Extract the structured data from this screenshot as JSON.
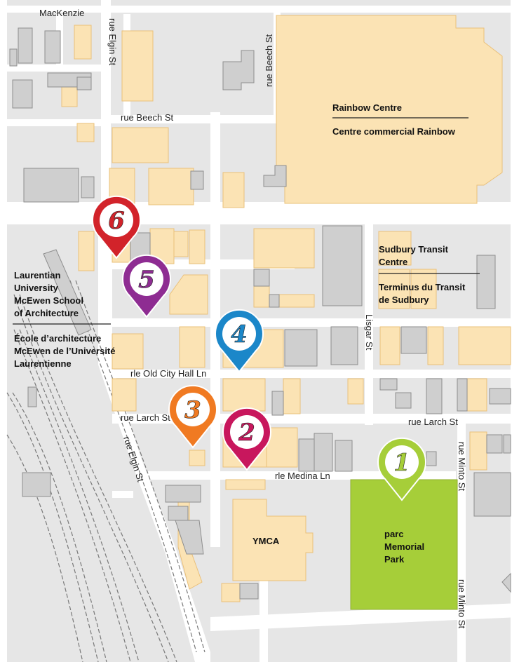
{
  "colors": {
    "background": "#e6e6e6",
    "road": "#ffffff",
    "building": "#fbe3b4",
    "building_outline": "#eac07a",
    "gray_building": "#cfcfcf",
    "gray_outline": "#8e8e8e",
    "park": "#a6ce39",
    "rail": "#7a7a7a"
  },
  "streets": {
    "mackenzie": "MacKenzie",
    "elgin_top": "rue Elgin St",
    "beech_vertical": "rue Beech St",
    "beech_horizontal": "rue Beech St",
    "old_city_hall": "rle Old City Hall Ln",
    "larch_left": "rue Larch St",
    "larch_right": "rue Larch St",
    "medina": "rle Medina Ln",
    "elgin_diag": "rue Elgin St",
    "lisgar": "Lisgar St",
    "minto_top": "rue Minto St",
    "minto_bottom": "rue Minto St"
  },
  "places": {
    "rainbow_en": "Rainbow Centre",
    "rainbow_fr": "Centre commercial Rainbow",
    "transit_en_1": "Sudbury Transit",
    "transit_en_2": "Centre",
    "transit_fr_1": "Terminus du Transit",
    "transit_fr_2": "de Sudbury",
    "lu_en_1": "Laurentian",
    "lu_en_2": "University",
    "lu_en_3": "McEwen School",
    "lu_en_4": "of Architecture",
    "lu_fr_1": "École d’architecture",
    "lu_fr_2": "McEwen de l’Université",
    "lu_fr_3": "Laurentienne",
    "ymca": "YMCA",
    "park_1": "parc",
    "park_2": "Memorial",
    "park_3": "Park"
  },
  "markers": [
    {
      "number": "1",
      "color": "#a6ce39",
      "text_color": "#2e3a10"
    },
    {
      "number": "2",
      "color": "#c8175d",
      "text_color": "#ffffff"
    },
    {
      "number": "3",
      "color": "#f07a22",
      "text_color": "#ffffff"
    },
    {
      "number": "4",
      "color": "#1b87c9",
      "text_color": "#ffffff"
    },
    {
      "number": "5",
      "color": "#8e2c92",
      "text_color": "#ffffff"
    },
    {
      "number": "6",
      "color": "#d2232a",
      "text_color": "#ffffff"
    }
  ]
}
